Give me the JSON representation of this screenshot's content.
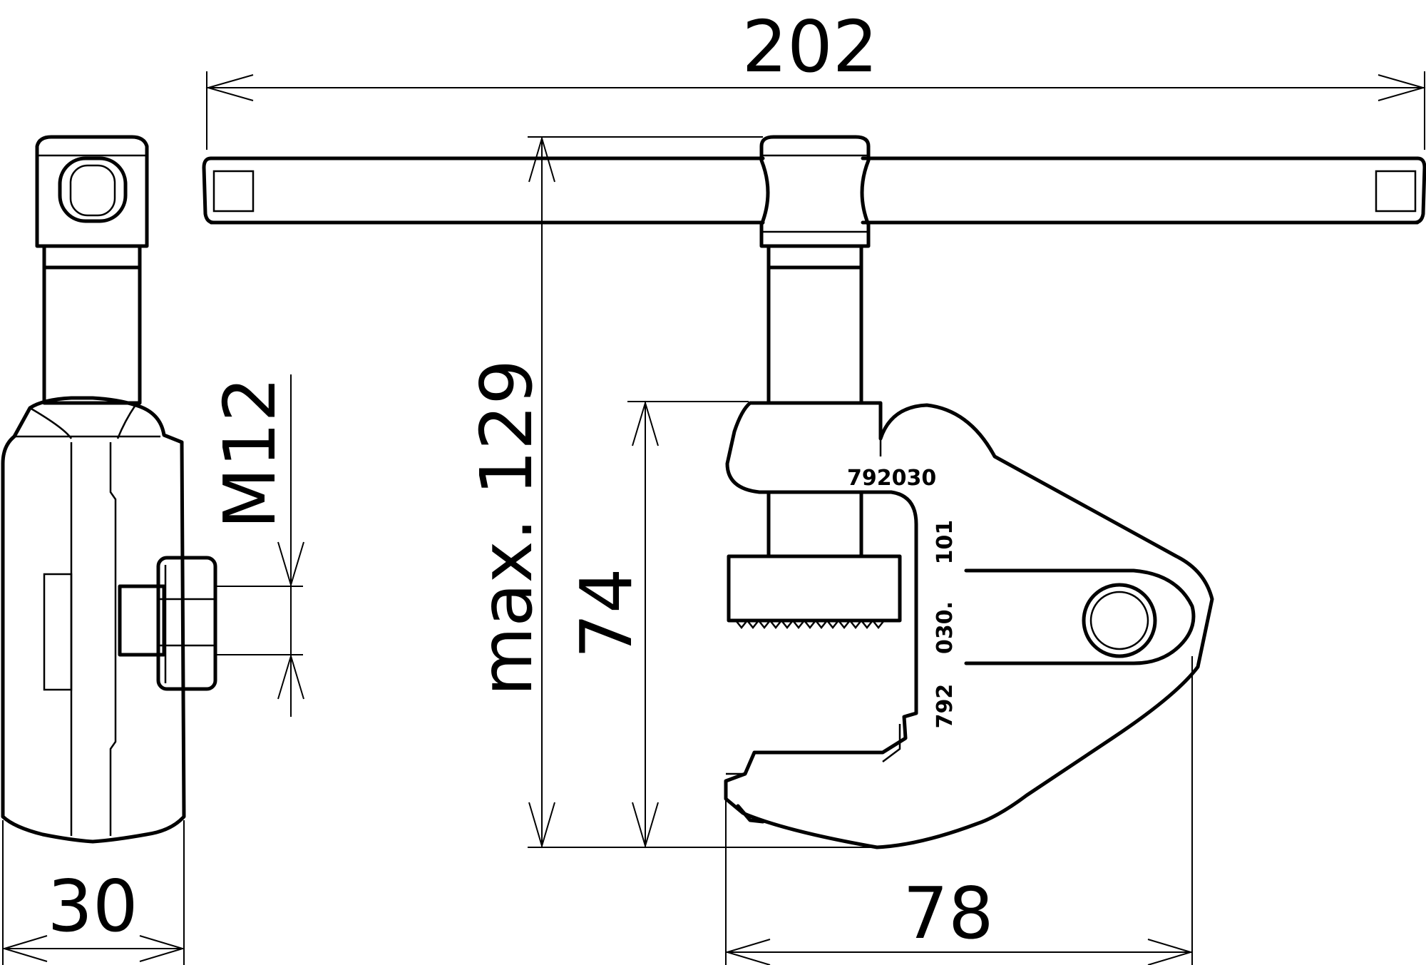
{
  "dimensions": {
    "overall_length": "202",
    "max_height": "max. 129",
    "jaw_height": "74",
    "jaw_width": "78",
    "side_width": "30",
    "thread": "M12"
  },
  "markings": {
    "top": "792030",
    "side_1": "101",
    "side_2": "030.",
    "side_3": "792"
  }
}
